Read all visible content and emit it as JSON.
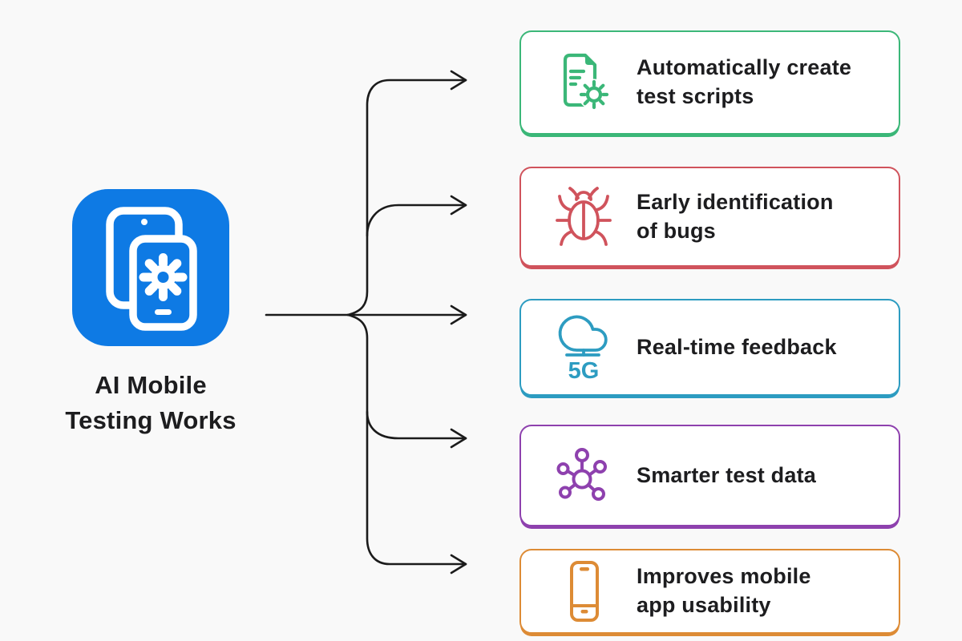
{
  "theme": {
    "background": "#f9f9f9",
    "card_background": "#ffffff",
    "text": "#1d1d1f",
    "line": "#1b1b1b"
  },
  "center": {
    "title": "AI Mobile\nTesting Works",
    "icon": "dual-smartphone-gear-icon",
    "icon_color": "#0e7ae4"
  },
  "benefits": [
    {
      "label": "Automatically create\ntest scripts",
      "icon": "document-gear-icon",
      "color": "#3bb778"
    },
    {
      "label": "Early identification\nof bugs",
      "icon": "bug-icon",
      "color": "#d0535c"
    },
    {
      "label": "Real-time feedback",
      "icon": "cloud-5g-icon",
      "cloud_label": "5G",
      "color": "#2d9cc1"
    },
    {
      "label": "Smarter test data",
      "icon": "network-nodes-icon",
      "color": "#8e41ae"
    },
    {
      "label": "Improves mobile\napp usability",
      "icon": "smartphone-icon",
      "color": "#dd8b35"
    }
  ]
}
